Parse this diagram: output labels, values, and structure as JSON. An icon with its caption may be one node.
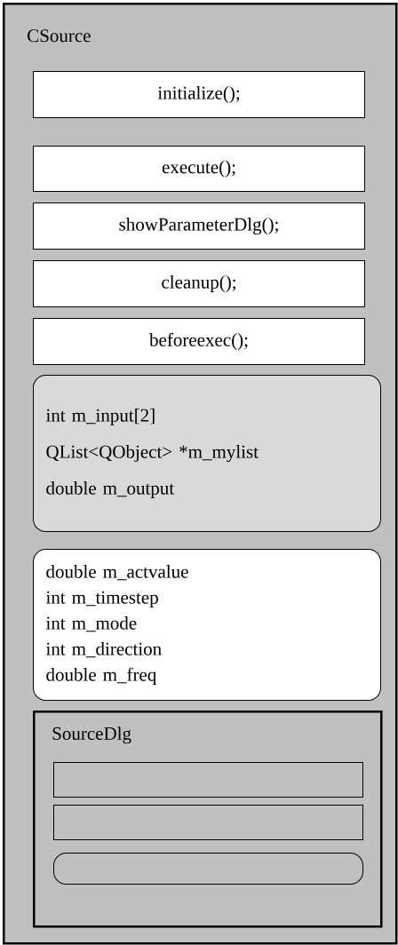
{
  "diagram": {
    "nodes": [
      {
        "text": [
          "CSource"
        ]
      },
      {
        "text": [
          "initialize();"
        ],
        "in": 0
      },
      {
        "text": [
          "execute();"
        ],
        "in": 0
      },
      {
        "text": [
          "showParameterDlg();"
        ],
        "in": 0
      },
      {
        "text": [
          "cleanup();"
        ],
        "in": 0
      },
      {
        "text": [
          "beforeexec();"
        ],
        "in": 0
      },
      {
        "text": [
          "int m_input[2]",
          "QList<QObject> *m_mylist",
          "double m_output"
        ],
        "in": 0
      },
      {
        "text": [
          "double m_actvalue",
          "int m_timestep",
          "int m_mode",
          "int m_direction",
          "double m_freq"
        ],
        "in": 0
      },
      {
        "text": [
          "SourceDlg"
        ],
        "in": 0
      },
      {
        "text": [],
        "shape": "box",
        "in": 8
      },
      {
        "text": [],
        "shape": "box",
        "in": 8
      },
      {
        "text": [],
        "shape": "box",
        "in": 8
      }
    ]
  }
}
